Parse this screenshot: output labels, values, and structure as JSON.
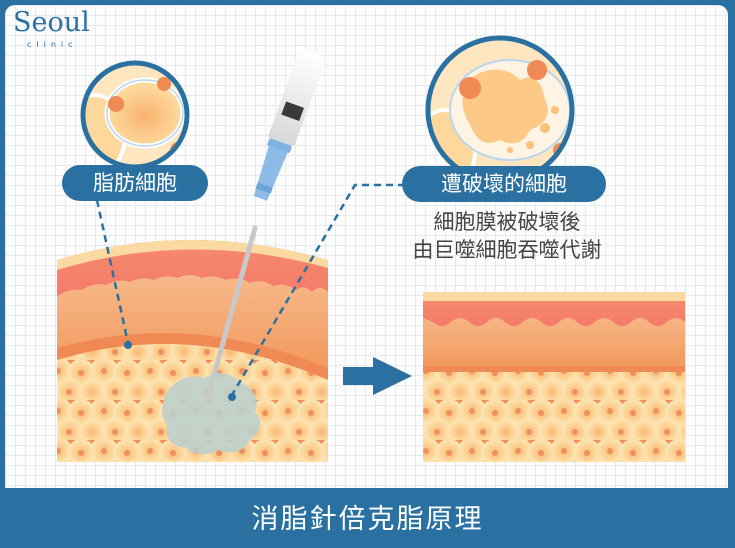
{
  "logo": {
    "brand": "Seoul",
    "sub": "clinic"
  },
  "labels": {
    "fat_cell": "脂肪細胞",
    "destroyed_cell": "遭破壞的細胞",
    "description_line1": "細胞膜被破壞後",
    "description_line2": "由巨噬細胞吞噬代謝"
  },
  "footer": {
    "title": "消脂針倍克脂原理"
  },
  "colors": {
    "brand_blue": "#2a71a1",
    "skin_top": "#fbd9a3",
    "epidermis": "#f7816a",
    "dermis": "#f3a86e",
    "fat_cell": "#fcd79a",
    "fat_nucleus": "#f08a55",
    "dissolved_fat": "#b9d0cf"
  },
  "icons": [
    "syringe-icon",
    "arrow-right-icon",
    "magnifier-circle-icon"
  ]
}
